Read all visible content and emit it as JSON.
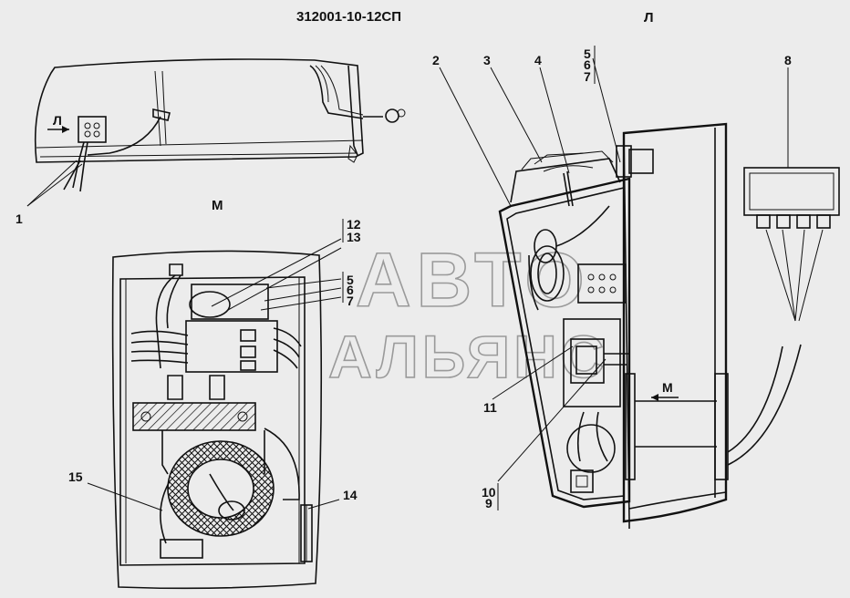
{
  "title": "312001-10-12СП",
  "views": {
    "left_marker": "Л",
    "mid_marker": "М",
    "arrow_left": "Л",
    "arrow_mid": "М"
  },
  "callouts": {
    "c1": "1",
    "c2": "2",
    "c3": "3",
    "c4": "4",
    "c5a": "5",
    "c6a": "6",
    "c7a": "7",
    "c8": "8",
    "c9": "9",
    "c10": "10",
    "c11": "11",
    "c12": "12",
    "c13": "13",
    "c14": "14",
    "c15": "15",
    "c5b": "5",
    "c6b": "6",
    "c7b": "7"
  },
  "watermark": {
    "line1": "АВТО",
    "line2": "АЛЬЯНС"
  }
}
